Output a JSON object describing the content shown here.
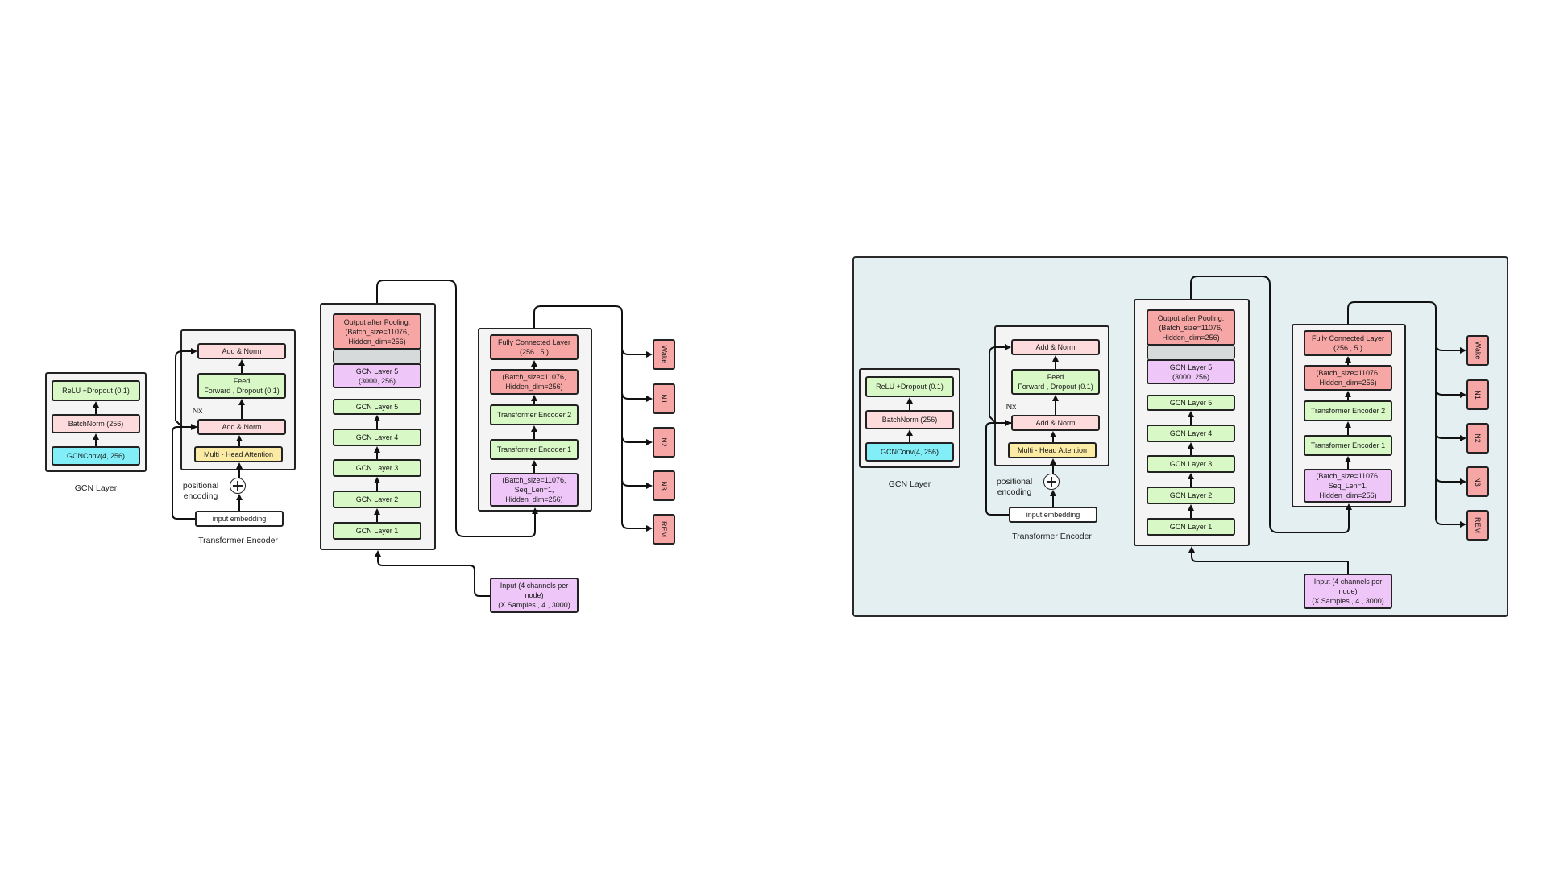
{
  "gcn_layer": {
    "title": "GCN Layer",
    "relu": "ReLU +Dropout (0.1)",
    "batchnorm": "BatchNorm (256)",
    "gcnconv": "GCNConv(4, 256)"
  },
  "transformer": {
    "title": "Transformer Encoder",
    "add_norm_top": "Add & Norm",
    "feed_forward": "Feed\nForward , Dropout (0.1)",
    "add_norm_bottom": "Add & Norm",
    "mha": "Multi - Head Attention",
    "nx": "Nx",
    "positional": "positional\nencoding",
    "input_embedding": "input embedding"
  },
  "gcn_stack": {
    "pooling": "Output after Pooling:\n(Batch_size=11076,\nHidden_dim=256)",
    "layer5_shape": "GCN Layer 5\n(3000, 256)",
    "layers": [
      "GCN Layer 5",
      "GCN Layer 4",
      "GCN Layer 3",
      "GCN Layer 2",
      "GCN Layer 1"
    ]
  },
  "encoder_stack": {
    "fc": "Fully Connected Layer\n(256 , 5 )",
    "batch": "(Batch_size=11076,\nHidden_dim=256)",
    "enc2": "Transformer Encoder 2",
    "enc1": "Transformer Encoder 1",
    "seq": "(Batch_size=11076,\nSeq_Len=1,\nHidden_dim=256)"
  },
  "input": "Input (4 channels per\nnode)\n(X Samples , 4 ,  3000)",
  "outputs": [
    "Wake",
    "N1",
    "N2",
    "N3",
    "REM"
  ],
  "colors": {
    "green": "#d8f8c6",
    "pink": "#fddadb",
    "red": "#f6a6a4",
    "purple": "#efc6f8",
    "cyan": "#82eef8",
    "yellow": "#fbeba4",
    "panel": "#e3eff1"
  }
}
